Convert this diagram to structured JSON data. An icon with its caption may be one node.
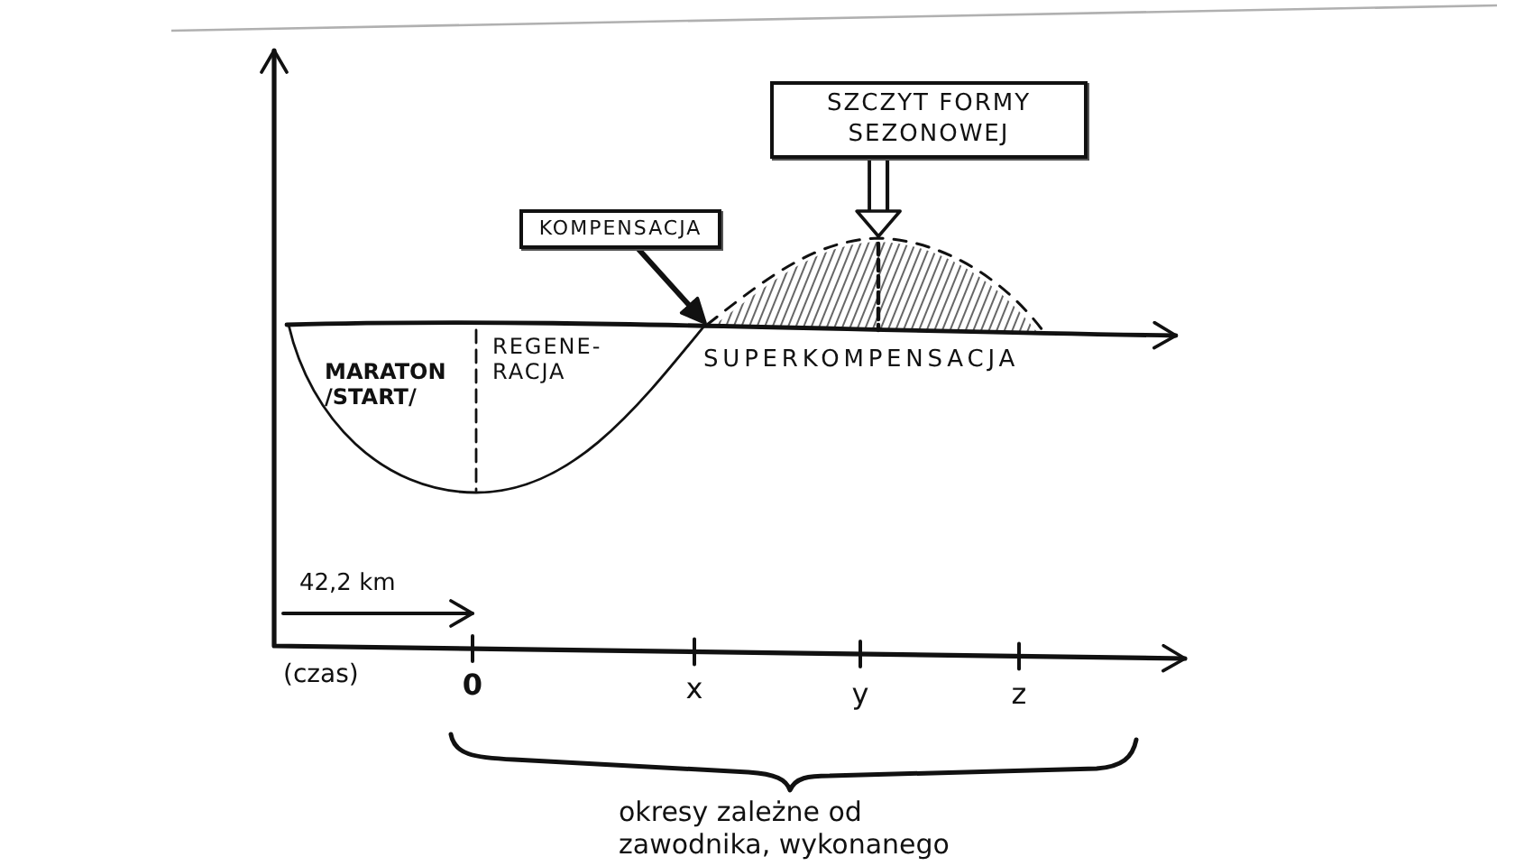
{
  "diagram": {
    "nodes": [
      {
        "text": [
          "KOMPENSACJA"
        ]
      },
      {
        "text": [
          "SZCZYT FORMY SEZONOWEJ"
        ]
      },
      {
        "text": [],
        "shape": "curve",
        "beside": [
          "SUPERKOMPENSACJA"
        ]
      }
    ],
    "edges": [
      {
        "from": 0,
        "to": 2,
        "arrow": "to"
      },
      {
        "from": 1,
        "to": 2,
        "arrow": "to"
      }
    ],
    "labels": [
      "MARATON /START/",
      "REGENE- RACJA",
      "42,2 km",
      "(czas)",
      "0",
      "x",
      "y",
      "z",
      "okresy zależne od zawodnika, wykonanego"
    ]
  }
}
